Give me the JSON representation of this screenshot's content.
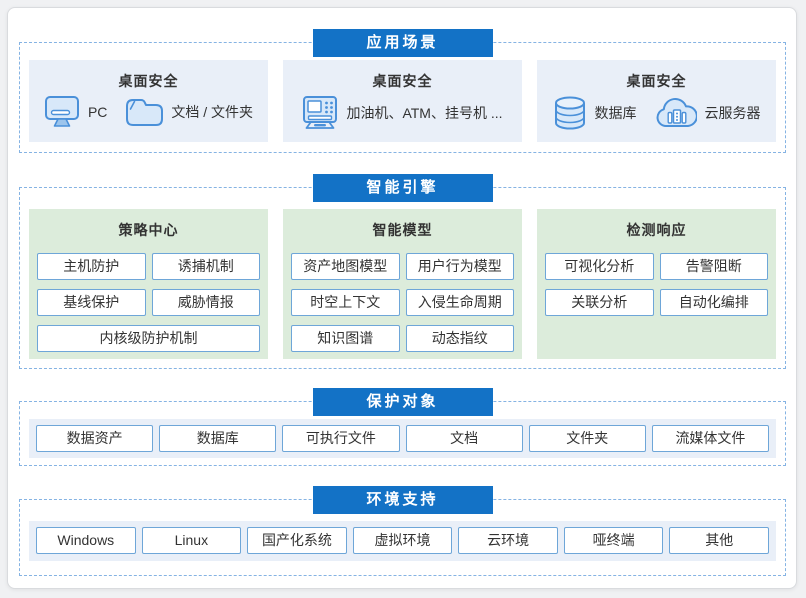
{
  "colors": {
    "banner_blue": "#1372c6",
    "dashed_border": "#85b3e3",
    "scenario_panel_bg": "#e9eff8",
    "engine_panel_bg": "#dcecdb",
    "chip_border": "#6ea6d8",
    "icon_blue": "#4a90d9",
    "text_dark": "#333333"
  },
  "sections": [
    {
      "id": "application-scenarios",
      "title": "应用场景",
      "cards": [
        {
          "title": "桌面安全",
          "items": [
            {
              "icon": "pc-icon",
              "label": "PC"
            },
            {
              "icon": "folder-icon",
              "label": "文档 / 文件夹"
            }
          ]
        },
        {
          "title": "桌面安全",
          "items": [
            {
              "icon": "atm-icon",
              "label": "加油机、ATM、挂号机 ..."
            }
          ]
        },
        {
          "title": "桌面安全",
          "items": [
            {
              "icon": "database-icon",
              "label": "数据库"
            },
            {
              "icon": "cloud-server-icon",
              "label": "云服务器"
            }
          ]
        }
      ]
    },
    {
      "id": "intelligent-engine",
      "title": "智能引擎",
      "panels": [
        {
          "title": "策略中心",
          "items": [
            "主机防护",
            "诱捕机制",
            "基线保护",
            "威胁情报",
            "内核级防护机制"
          ],
          "last_item_full_width": true
        },
        {
          "title": "智能模型",
          "items": [
            "资产地图模型",
            "用户行为模型",
            "时空上下文",
            "入侵生命周期",
            "知识图谱",
            "动态指纹"
          ],
          "last_item_full_width": false
        },
        {
          "title": "检测响应",
          "items": [
            "可视化分析",
            "告警阻断",
            "关联分析",
            "自动化编排"
          ],
          "last_item_full_width": false
        }
      ]
    },
    {
      "id": "protection-objects",
      "title": "保护对象",
      "items": [
        "数据资产",
        "数据库",
        "可执行文件",
        "文档",
        "文件夹",
        "流媒体文件"
      ]
    },
    {
      "id": "environment-support",
      "title": "环境支持",
      "items": [
        "Windows",
        "Linux",
        "国产化系统",
        "虚拟环境",
        "云环境",
        "哑终端",
        "其他"
      ]
    }
  ]
}
